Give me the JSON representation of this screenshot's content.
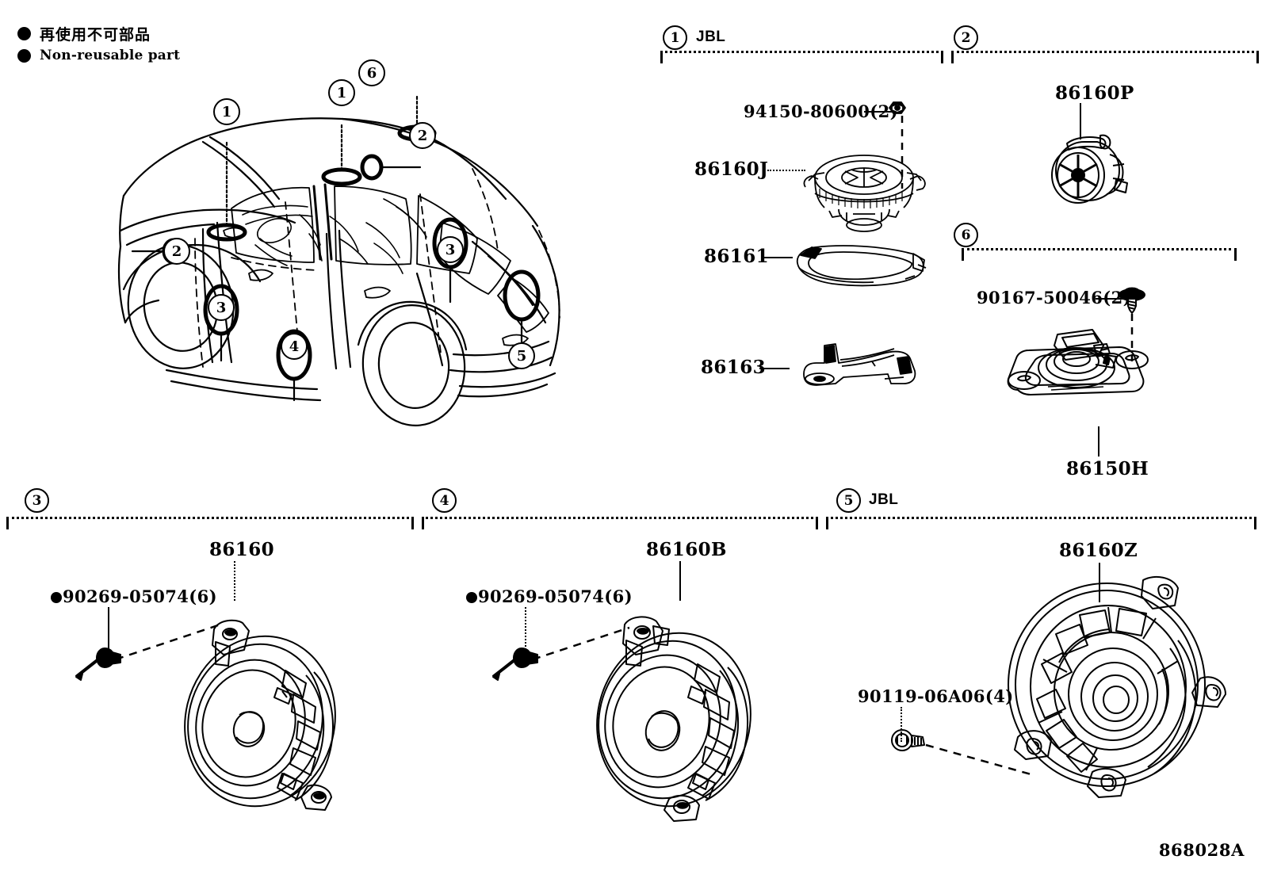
{
  "legend": {
    "japanese": "再使用不可部品",
    "english": "Non-reusable part"
  },
  "diagram_id": "868028A",
  "vehicle_callouts": [
    {
      "id": "callout-1-dash",
      "number": "1"
    },
    {
      "id": "callout-1-cowl",
      "number": "1"
    },
    {
      "id": "callout-2-left",
      "number": "2"
    },
    {
      "id": "callout-2-right",
      "number": "2"
    },
    {
      "id": "callout-6-roof",
      "number": "6"
    },
    {
      "id": "callout-3-front-door",
      "number": "3"
    },
    {
      "id": "callout-3-rear-quarter",
      "number": "3"
    },
    {
      "id": "callout-4-rear-door",
      "number": "4"
    },
    {
      "id": "callout-5-tailgate",
      "number": "5"
    }
  ],
  "sections": [
    {
      "number": "1",
      "tag": "JBL",
      "parts": [
        {
          "label": "94150-80600(2)",
          "non_reusable": false
        },
        {
          "label": "86160J",
          "non_reusable": false
        },
        {
          "label": "86161",
          "non_reusable": false
        },
        {
          "label": "86163",
          "non_reusable": false
        }
      ]
    },
    {
      "number": "2",
      "tag": "",
      "parts": [
        {
          "label": "86160P",
          "non_reusable": false
        }
      ]
    },
    {
      "number": "6",
      "tag": "",
      "parts": [
        {
          "label": "90167-50046(2)",
          "non_reusable": false
        },
        {
          "label": "86150H",
          "non_reusable": false
        }
      ]
    },
    {
      "number": "3",
      "tag": "",
      "parts": [
        {
          "label": "86160",
          "non_reusable": false
        },
        {
          "label": "90269-05074(6)",
          "non_reusable": true
        }
      ]
    },
    {
      "number": "4",
      "tag": "",
      "parts": [
        {
          "label": "86160B",
          "non_reusable": false
        },
        {
          "label": "90269-05074(6)",
          "non_reusable": true
        }
      ]
    },
    {
      "number": "5",
      "tag": "JBL",
      "parts": [
        {
          "label": "86160Z",
          "non_reusable": false
        },
        {
          "label": "90119-06A06(4)",
          "non_reusable": false
        }
      ]
    }
  ]
}
